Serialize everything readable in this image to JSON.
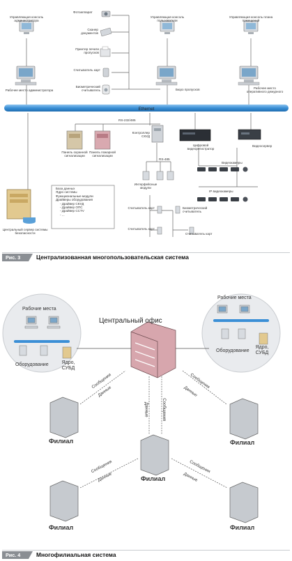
{
  "fig3": {
    "badge": "Рис. 3",
    "caption": "Централизованная многопользовательская система",
    "consoles": {
      "admin": "Управляющая консоль администратора",
      "users": "Управляющая консоль пользователи",
      "plan": "Управляющая консоль плана помещений"
    },
    "devices": {
      "camera": "Фотоаппарат",
      "scanner": "Сканер документов",
      "printer": "Принтер печати пропусков",
      "reader": "Считыватель карт",
      "bio_reader": "Биометрический считыватель"
    },
    "workstations": {
      "admin": "Рабочее место администратора",
      "pass_office": "Бюро пропусков",
      "duty": "Рабочее место оперативного дежурного"
    },
    "network": "Ethernet",
    "rs232": "RS-232/485",
    "rs485": "RS-485",
    "controller": "Контроллер СКУД",
    "security_panel": "Панель охранной сигнализации",
    "fire_panel": "Панель пожарной сигнализации",
    "dvr": "Цифровой видеорегистратор",
    "videoserver": "Видеосервер",
    "cameras": "Видеокамеры",
    "ip_cameras": "IP видеокамеры",
    "interface_modules": "Интерфейсные модули",
    "server": "Центральный сервер системы безопасности",
    "server_items": [
      "База данных",
      "Ядро системы",
      "Функциональные модули",
      "Драйверы оборудования",
      "- Драйвер СКУД",
      "- Драйвер ОПС",
      "- Драйвер CCTV",
      "- ..."
    ],
    "card_reader_a": "Считыватель карт",
    "card_reader_b": "Считыватель карт",
    "card_reader_c": "Считыватель карт",
    "bio_reader_b": "Биометрический считыватель"
  },
  "fig4": {
    "badge": "Рис. 4",
    "caption": "Многофилиальная система",
    "central_office": "Центральный офис",
    "workplaces": "Рабочие места",
    "equipment": "Оборудование",
    "core_db": "Ядро, СУБД",
    "branch": "Филиал",
    "messages": "Сообщения",
    "data": "Данные"
  },
  "colors": {
    "ethernet": "#3b8fd6",
    "caption_badge": "#8a8e93",
    "line": "#555555",
    "circle_fill": "#e9ebee"
  }
}
